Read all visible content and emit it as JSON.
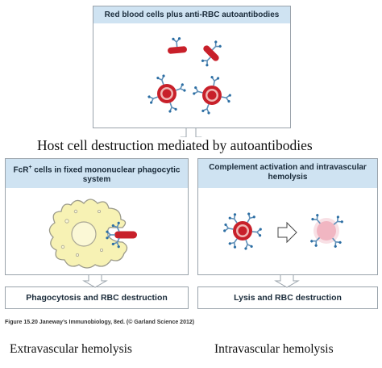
{
  "top_panel": {
    "title": "Red blood cells plus anti-RBC autoantibodies"
  },
  "overlay_title": "Host cell destruction mediated by autoantibodies",
  "left_panel": {
    "title_prefix": "FcR",
    "title_sup": "+",
    "title_rest": " cells in fixed mononuclear phagocytic system",
    "result": "Phagocytosis and RBC destruction"
  },
  "right_panel": {
    "title": "Complement activation and intravascular hemolysis",
    "result": "Lysis and RBC destruction"
  },
  "figure_caption": "Figure 15.20  Janeway’s Immunobiology, 8ed. (© Garland Science 2012)",
  "bottom_labels": {
    "left": "Extravascular hemolysis",
    "right": "Intravascular hemolysis"
  },
  "colors": {
    "panel_header": "#cfe3f2",
    "rbc_red": "#c8202a",
    "antibody_blue": "#5e8fb8",
    "phagocyte_yellow": "#f7f2b4",
    "lysed_pink": "#f1b6c2"
  }
}
